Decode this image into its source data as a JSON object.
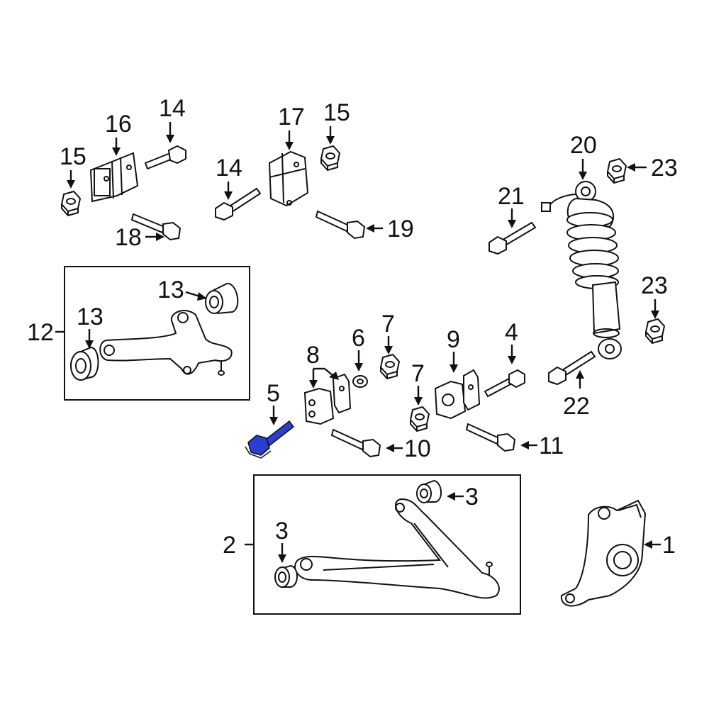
{
  "highlight_color": "#2a3fd0",
  "line_color": "#111111",
  "callouts": {
    "c1": "1",
    "c2": "2",
    "c3a": "3",
    "c3b": "3",
    "c4": "4",
    "c5": "5",
    "c6": "6",
    "c7a": "7",
    "c7b": "7",
    "c8": "8",
    "c9": "9",
    "c10": "10",
    "c11": "11",
    "c12": "12",
    "c13a": "13",
    "c13b": "13",
    "c14a": "14",
    "c14b": "14",
    "c15a": "15",
    "c15b": "15",
    "c16": "16",
    "c17": "17",
    "c18": "18",
    "c19": "19",
    "c20": "20",
    "c21": "21",
    "c22": "22",
    "c23a": "23",
    "c23b": "23"
  },
  "highlighted_part": "5"
}
